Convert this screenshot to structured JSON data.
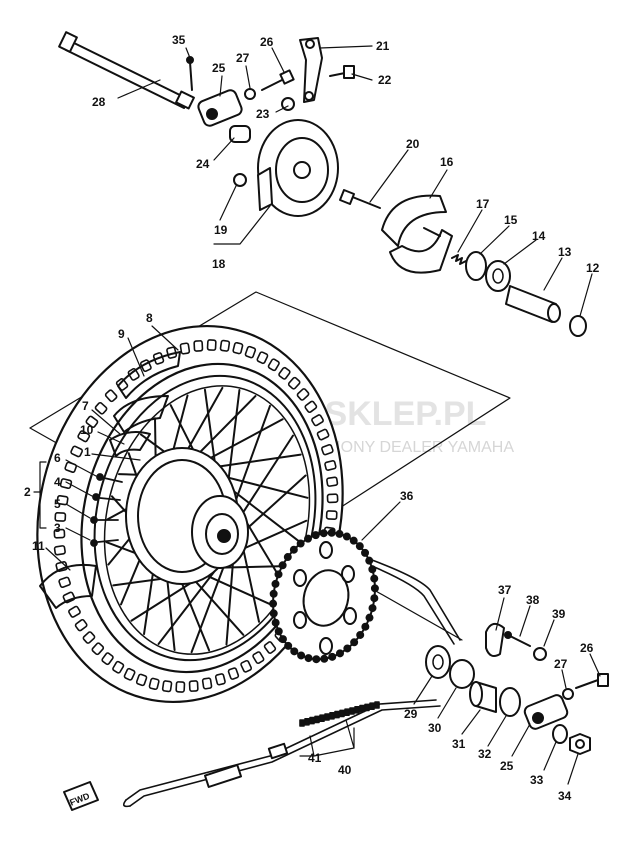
{
  "watermark": {
    "brand": "ASKLEP.PL",
    "tagline": "UPOWAŻNIONY DEALER YAMAHA",
    "logo_color": "#f2b5b5"
  },
  "forward_marker": "FWD",
  "callouts": {
    "c1": "1",
    "c2": "2",
    "c3": "3",
    "c4": "4",
    "c5": "5",
    "c6": "6",
    "c7": "7",
    "c8": "8",
    "c9": "9",
    "c10": "10",
    "c11": "11",
    "c12": "12",
    "c13": "13",
    "c14": "14",
    "c15": "15",
    "c16": "16",
    "c17": "17",
    "c18": "18",
    "c19": "19",
    "c20": "20",
    "c21": "21",
    "c22": "22",
    "c23": "23",
    "c24": "24",
    "c25": "25",
    "c26": "26",
    "c27": "27",
    "c28": "28",
    "c29": "29",
    "c30": "30",
    "c31": "31",
    "c32": "32",
    "c33": "33",
    "c34": "34",
    "c35": "35",
    "c36": "36",
    "c37": "37",
    "c38": "38",
    "c39": "39",
    "c40": "40",
    "c41": "41",
    "c25b": "25",
    "c26b": "26",
    "c27b": "27"
  }
}
